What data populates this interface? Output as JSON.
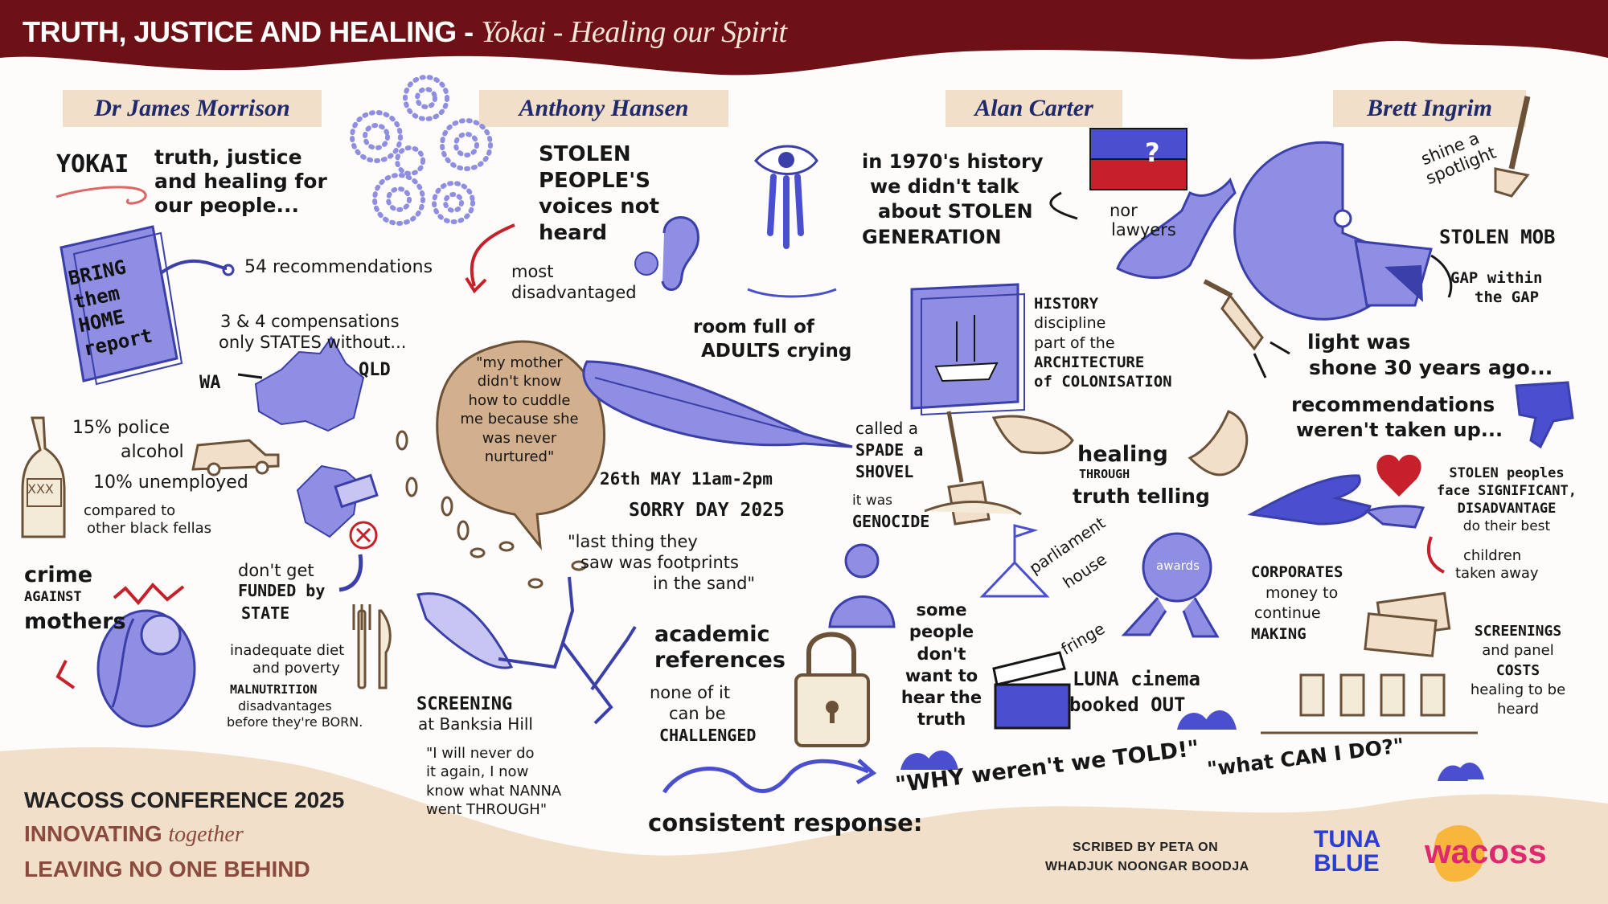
{
  "header": {
    "title": "TRUTH, JUSTICE AND HEALING -",
    "subtitle": "Yokai - Healing our Spirit"
  },
  "speakers": [
    "Dr James Morrison",
    "Anthony Hansen",
    "Alan Carter",
    "Brett Ingrim"
  ],
  "morrison": {
    "yokai": "YOKAI",
    "truth_1": "truth, justice",
    "truth_2": "and healing for",
    "truth_3": "our people...",
    "book": [
      "BRING",
      "them",
      "HOME",
      "report"
    ],
    "recs": "54 recommendations",
    "comp_1": "3 & 4 compensations",
    "comp_2": "only STATES without...",
    "wa": "WA",
    "qld": "QLD",
    "police_1": "15% police",
    "police_2": "alcohol",
    "unemp": "10% unemployed",
    "compared_1": "compared to",
    "compared_2": "other black fellas",
    "bottle": "XXX",
    "crime_1": "crime",
    "crime_2": "AGAINST",
    "crime_3": "mothers",
    "funded_1": "don't get",
    "funded_2": "FUNDED by",
    "funded_3": "STATE",
    "diet_1": "inadequate diet",
    "diet_2": "and poverty",
    "diet_3": "MALNUTRITION",
    "diet_4": "disadvantages",
    "diet_5": "before they're BORN."
  },
  "hansen": {
    "stolen": [
      "STOLEN",
      "PEOPLE'S",
      "voices not",
      "heard"
    ],
    "most_1": "most",
    "most_2": "disadvantaged",
    "room_1": "room full of",
    "room_2": "ADULTS crying",
    "quote": [
      "\"my mother",
      "didn't know",
      "how to cuddle",
      "me because she",
      "was never",
      "nurtured\""
    ],
    "date": "26th MAY 11am-2pm",
    "sorry": "SORRY DAY 2025",
    "last_1": "\"last thing they",
    "last_2": "saw was footprints",
    "last_3": "in the sand\"",
    "screening_1": "SCREENING",
    "screening_2": "at Banksia Hill",
    "never": [
      "\"I will never do",
      "it again, I now",
      "know what NANNA",
      "went THROUGH\""
    ],
    "academic_1": "academic",
    "academic_2": "references",
    "none_1": "none of it",
    "none_2": "can be",
    "none_3": "CHALLENGED"
  },
  "carter": {
    "history": [
      "in 1970's history",
      "we didn't talk",
      "about STOLEN",
      "GENERATION"
    ],
    "lawyers_1": "nor",
    "lawyers_2": "lawyers",
    "discipline": [
      "HISTORY",
      "discipline",
      "part of the",
      "ARCHITECTURE",
      "of COLONISATION"
    ],
    "spade": [
      "called a",
      "SPADE a",
      "SHOVEL"
    ],
    "genocide_1": "it was",
    "genocide_2": "GENOCIDE",
    "healing_1": "healing",
    "healing_2": "THROUGH",
    "healing_3": "truth telling",
    "parliament_1": "parliament",
    "parliament_2": "house",
    "awards": "awards",
    "fringe": "fringe",
    "some": [
      "some",
      "people",
      "don't",
      "want to",
      "hear the",
      "truth"
    ],
    "luna_1": "LUNA cinema",
    "luna_2": "booked OUT",
    "flag_mark": "?"
  },
  "ingrim": {
    "shine_1": "shine a",
    "shine_2": "spotlight",
    "mob": "STOLEN MOB",
    "gap_1": "GAP within",
    "gap_2": "the GAP",
    "light_1": "light was",
    "light_2": "shone 30 years ago...",
    "recs_1": "recommendations",
    "recs_2": "weren't taken up...",
    "stolen_people": [
      "STOLEN peoples",
      "face SIGNIFICANT,",
      "DISADVANTAGE",
      "do their best"
    ],
    "children_1": "children",
    "children_2": "taken away",
    "corporates": [
      "CORPORATES",
      "money to",
      "continue",
      "MAKING"
    ],
    "screenings": [
      "SCREENINGS",
      "and panel",
      "COSTS",
      "healing to be",
      "heard"
    ]
  },
  "consistent": "consistent response:",
  "why": "\"WHY weren't we TOLD!\"",
  "what": "\"what CAN I DO?\"",
  "footer": {
    "line1": "WACOSS CONFERENCE 2025",
    "line2a": "INNOVATING",
    "line2b": "together",
    "line3": "LEAVING NO ONE BEHIND",
    "scribed_1": "SCRIBED BY PETA ON",
    "scribed_2": "WHADJUK NOONGAR BOODJA",
    "tuna_1": "TUNA",
    "tuna_2": "BLUE",
    "wa": "wa",
    "coss": "coss"
  },
  "colors": {
    "header": "#6e1117",
    "sand": "#f2dfc9",
    "ink": "#161616",
    "blue": "#4a4fd0",
    "lavender": "#8f8ee3",
    "red": "#c6202a",
    "brown": "#6b5138"
  }
}
